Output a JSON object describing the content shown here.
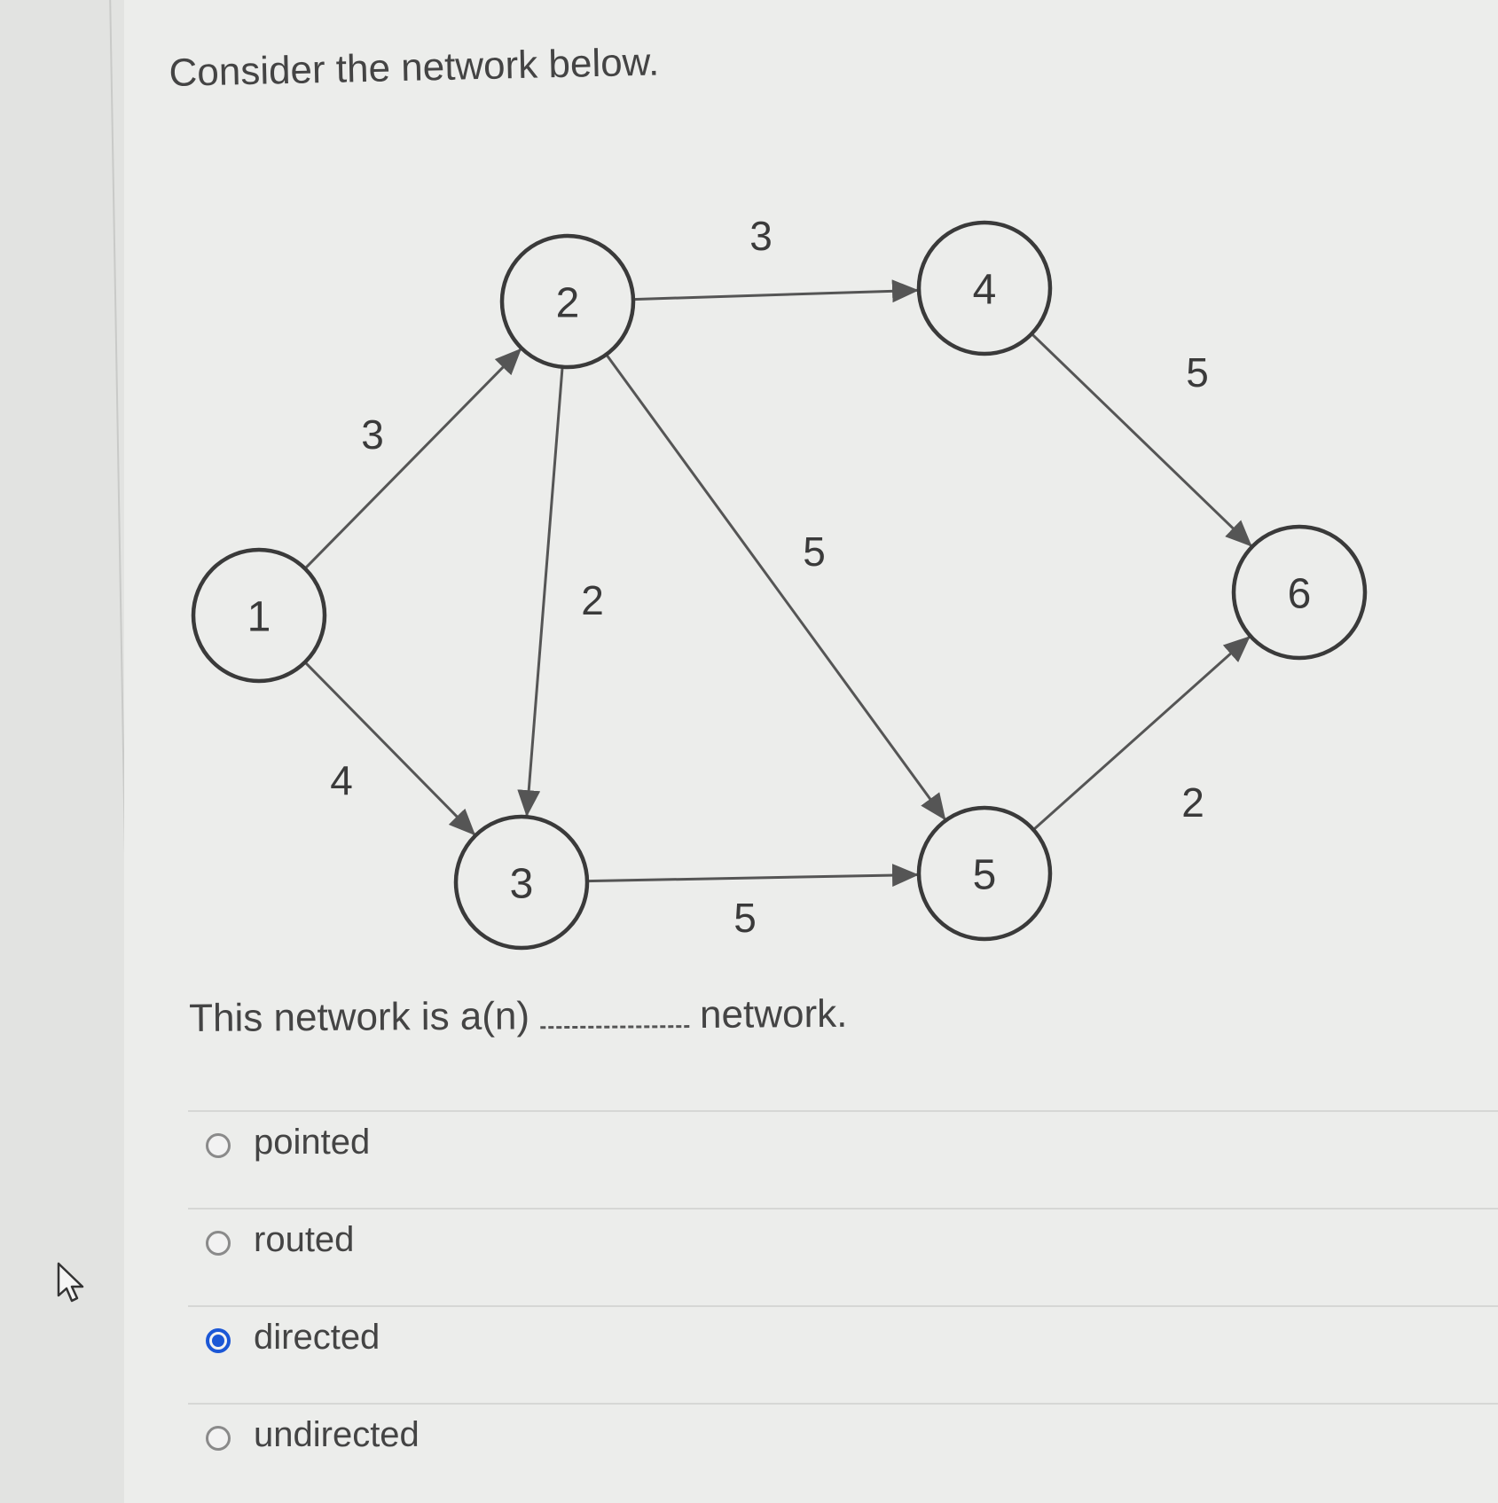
{
  "question": {
    "title": "Consider the network below.",
    "prompt_before": "This network is a(n)",
    "prompt_after": "network."
  },
  "network": {
    "nodes": [
      {
        "id": "1",
        "label": "1"
      },
      {
        "id": "2",
        "label": "2"
      },
      {
        "id": "3",
        "label": "3"
      },
      {
        "id": "4",
        "label": "4"
      },
      {
        "id": "5",
        "label": "5"
      },
      {
        "id": "6",
        "label": "6"
      }
    ],
    "edges": [
      {
        "from": "1",
        "to": "2",
        "weight": "3"
      },
      {
        "from": "1",
        "to": "3",
        "weight": "4"
      },
      {
        "from": "2",
        "to": "3",
        "weight": "2"
      },
      {
        "from": "2",
        "to": "4",
        "weight": "3"
      },
      {
        "from": "2",
        "to": "5",
        "weight": "5"
      },
      {
        "from": "3",
        "to": "5",
        "weight": "5"
      },
      {
        "from": "4",
        "to": "6",
        "weight": "5"
      },
      {
        "from": "5",
        "to": "6",
        "weight": "2"
      }
    ]
  },
  "options": [
    {
      "label": "pointed",
      "selected": false
    },
    {
      "label": "routed",
      "selected": false
    },
    {
      "label": "directed",
      "selected": true
    },
    {
      "label": "undirected",
      "selected": false
    }
  ],
  "colors": {
    "radio_selected": "#1b57d6",
    "edge": "#555555"
  }
}
